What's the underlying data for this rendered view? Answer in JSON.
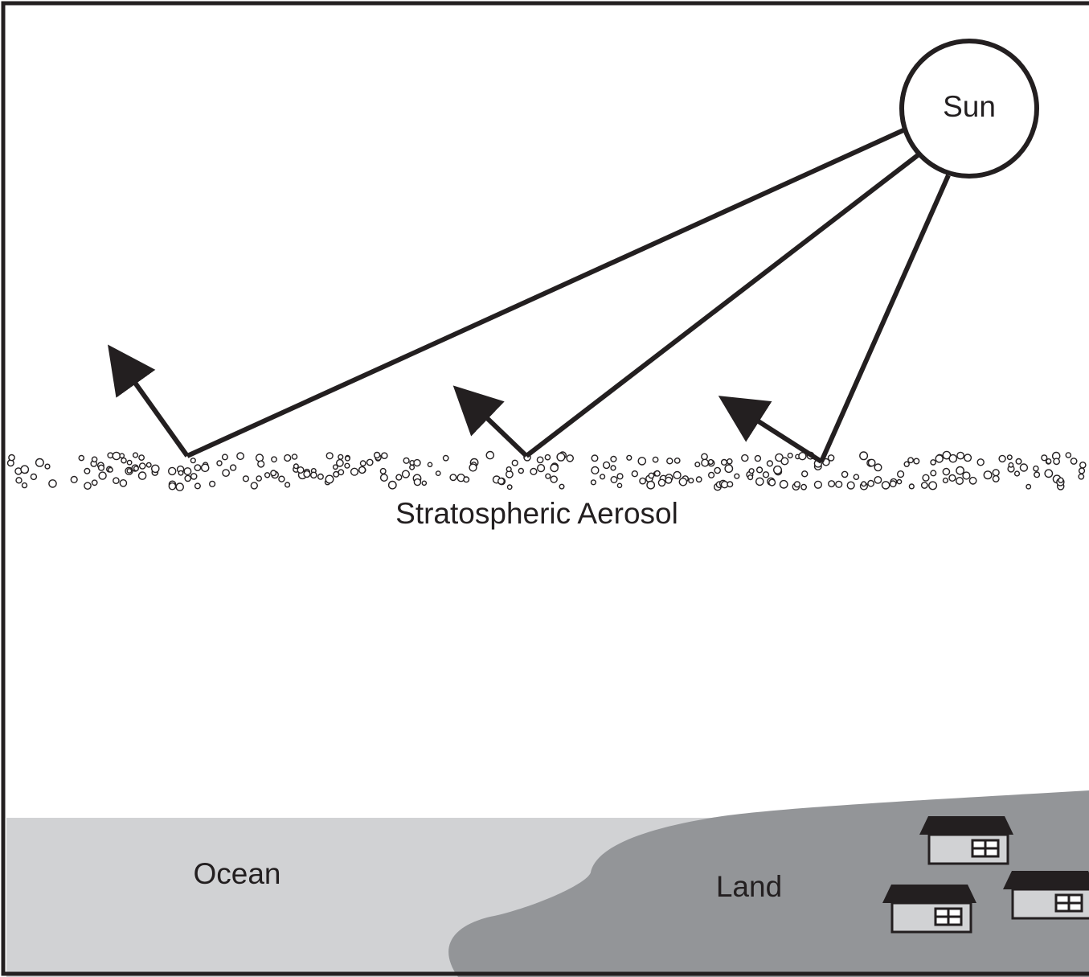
{
  "labels": {
    "sun": "Sun",
    "aerosol": "Stratospheric Aerosol",
    "ocean": "Ocean",
    "land": "Land"
  },
  "colors": {
    "frame": "#231f20",
    "ocean": "#d1d2d4",
    "land": "#939598",
    "house_wall": "#d1d2d4",
    "house_roof": "#231f20",
    "house_window": "#ffffff"
  },
  "rays": [
    {
      "name": "ray-left"
    },
    {
      "name": "ray-middle"
    },
    {
      "name": "ray-right"
    }
  ],
  "houses": [
    {
      "name": "house-1"
    },
    {
      "name": "house-2"
    },
    {
      "name": "house-3"
    }
  ]
}
